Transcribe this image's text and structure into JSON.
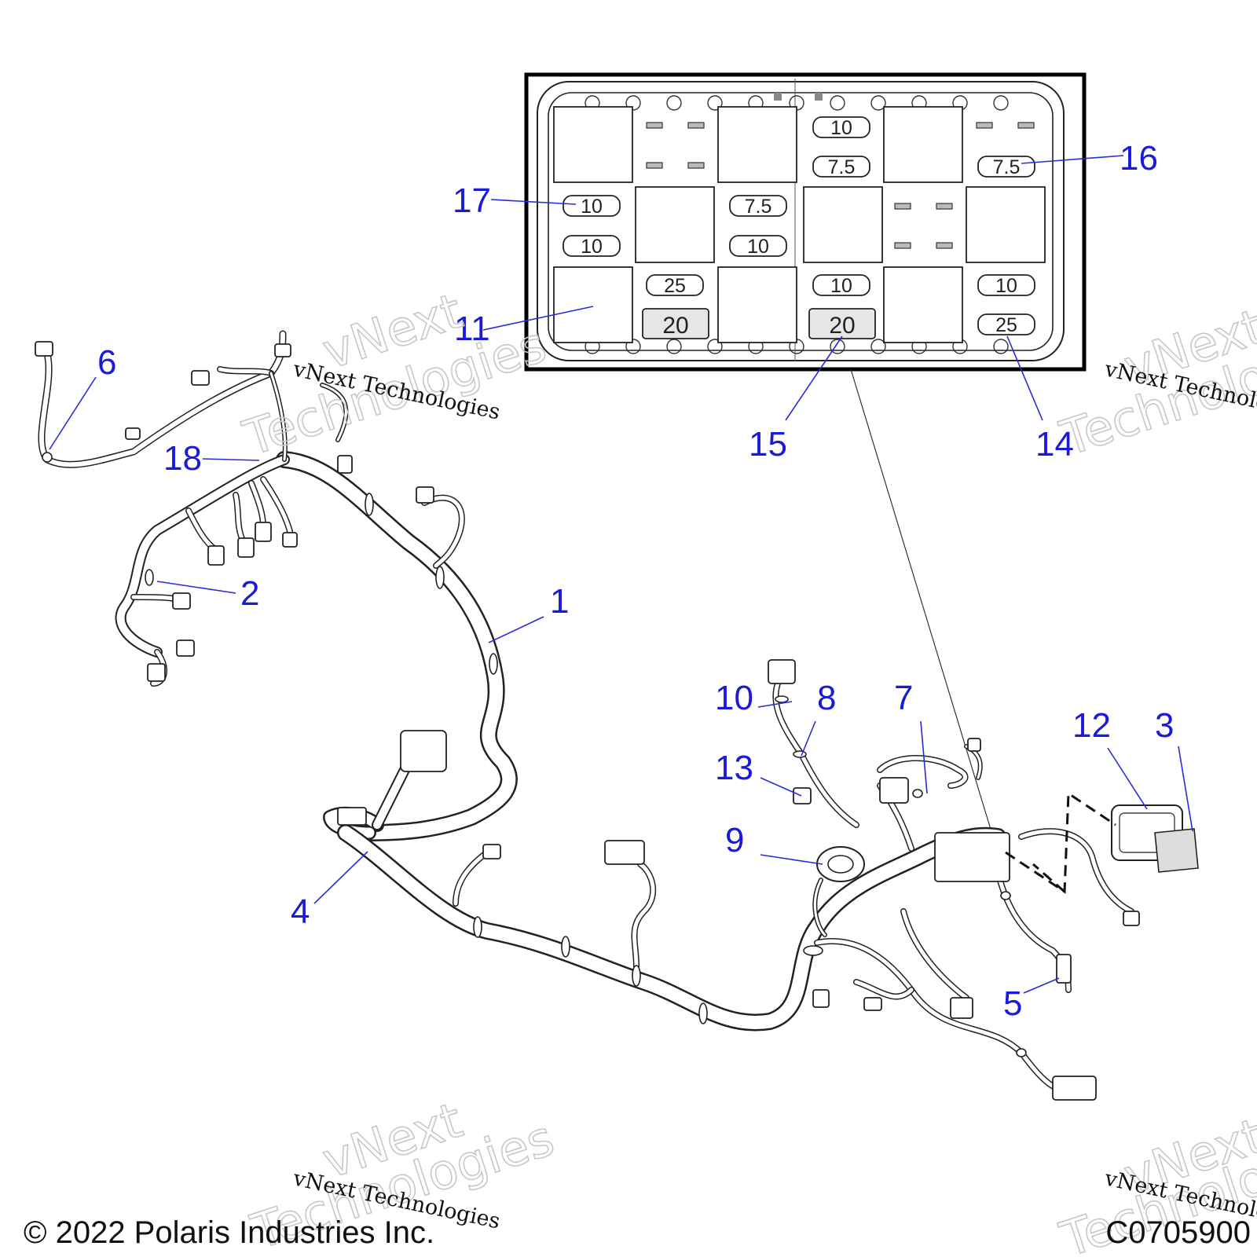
{
  "callouts": [
    {
      "id": "1",
      "label": "1"
    },
    {
      "id": "2",
      "label": "2"
    },
    {
      "id": "3",
      "label": "3"
    },
    {
      "id": "4",
      "label": "4"
    },
    {
      "id": "5",
      "label": "5"
    },
    {
      "id": "6",
      "label": "6"
    },
    {
      "id": "7",
      "label": "7"
    },
    {
      "id": "8",
      "label": "8"
    },
    {
      "id": "9",
      "label": "9"
    },
    {
      "id": "10",
      "label": "10"
    },
    {
      "id": "11",
      "label": "11"
    },
    {
      "id": "12",
      "label": "12"
    },
    {
      "id": "13",
      "label": "13"
    },
    {
      "id": "14",
      "label": "14"
    },
    {
      "id": "15",
      "label": "15"
    },
    {
      "id": "16",
      "label": "16"
    },
    {
      "id": "17",
      "label": "17"
    },
    {
      "id": "18",
      "label": "18"
    }
  ],
  "fuses": [
    {
      "rating": "10"
    },
    {
      "rating": "7.5"
    },
    {
      "rating": "7.5"
    },
    {
      "rating": "10"
    },
    {
      "rating": "7.5"
    },
    {
      "rating": "10"
    },
    {
      "rating": "10"
    },
    {
      "rating": "25"
    },
    {
      "rating": "10"
    },
    {
      "rating": "10"
    },
    {
      "rating": "20"
    },
    {
      "rating": "20"
    },
    {
      "rating": "25"
    }
  ],
  "watermark": {
    "text": "vNext Technologies",
    "ghost_top": "vNext",
    "ghost_bottom": "Technologies"
  },
  "footer": {
    "copyright": "© 2022 Polaris Industries Inc.",
    "code": "C0705900"
  }
}
